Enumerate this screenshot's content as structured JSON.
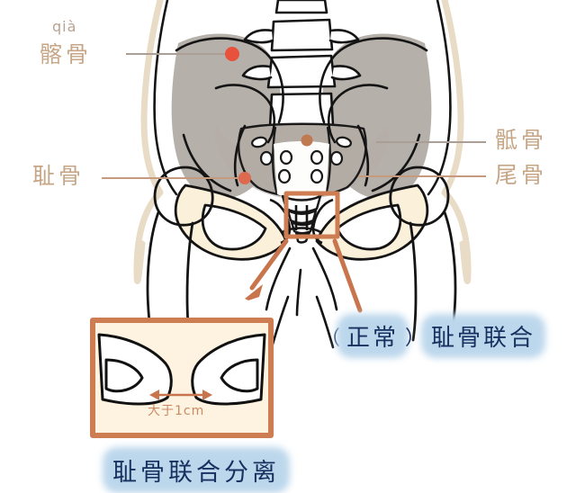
{
  "figure": {
    "title_hidden": "",
    "type": "anatomical-illustration",
    "subject": "female pelvis bones and pubic symphysis"
  },
  "labels": {
    "ilium_pinyin": "qià",
    "ilium": "髂骨",
    "pubis": "耻骨",
    "sacrum": "骶骨",
    "coccyx": "尾骨"
  },
  "captions": {
    "normal_open_paren": "（",
    "normal_word": "正常",
    "normal_close_paren": "）",
    "normal_rest": "耻骨联合",
    "separation": "耻骨联合分离"
  },
  "inset": {
    "measure_label": "大于1cm"
  },
  "colors": {
    "label_text": "#c6a686",
    "pinyin_text": "#b9a291",
    "leader_line": "#b0a59c",
    "leader_line_warm": "#c79a7e",
    "marker_dot_red": "#e8523c",
    "marker_dot_brown": "#c07a52",
    "box_stroke": "#cd7d51",
    "arrow": "#c8754e",
    "bone_outline": "#121212",
    "bone_fill": "#fbf0da",
    "ilium_shade": "#a9a29b",
    "highlight_blue": "#bcd7ec",
    "caption_text": "#16305f",
    "background": "#ffffff",
    "measure_text": "#c98a63"
  }
}
